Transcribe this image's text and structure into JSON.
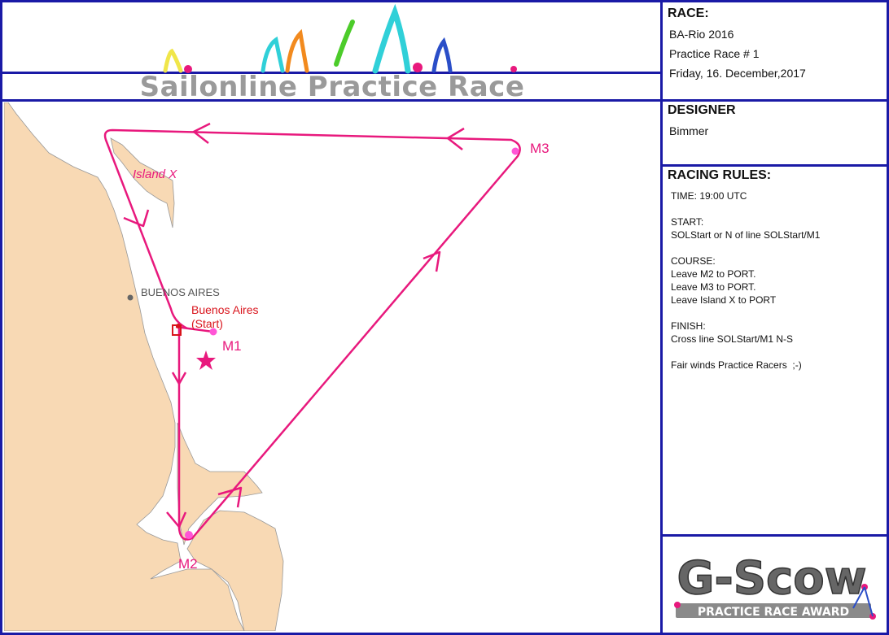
{
  "banner": {
    "title": "Sailonline Practice Race"
  },
  "race": {
    "heading": "RACE:",
    "name": "BA-Rio 2016",
    "practice": "Practice Race # 1",
    "date": "Friday, 16. December,2017"
  },
  "designer": {
    "heading": "DESIGNER",
    "name": "Bimmer"
  },
  "rules": {
    "heading": "RACING RULES:",
    "lines": [
      "TIME: 19:00 UTC",
      "",
      "START:",
      "SOLStart or N of line SOLStart/M1",
      "",
      "COURSE:",
      "Leave M2 to PORT.",
      "Leave M3 to PORT.",
      "Leave Island X to PORT",
      "",
      "FINISH:",
      "Cross line SOLStart/M1 N-S",
      "",
      "Fair winds Practice Racers  ;-)"
    ]
  },
  "award": {
    "logo_text": "G-Scow",
    "subtitle": "PRACTICE RACE AWARD"
  },
  "map": {
    "city_label": "BUENOS AIRES",
    "start_label_line1": "Buenos Aires",
    "start_label_line2": "(Start)",
    "marks": {
      "m1": "M1",
      "m2": "M2",
      "m3": "M3",
      "island": "Island X"
    },
    "colors": {
      "land": "#f8d9b4",
      "course": "#e8197d",
      "frame": "#1a1aa6",
      "start": "#d9141c"
    }
  }
}
